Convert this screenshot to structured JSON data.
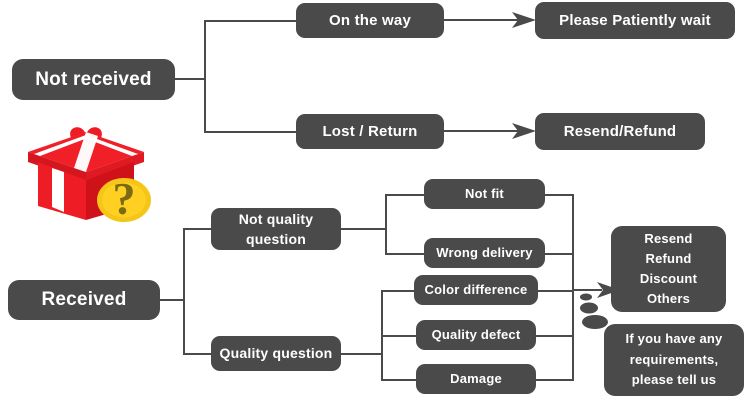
{
  "diagram": {
    "title": "Order issue resolution flowchart",
    "colors": {
      "node_fill": "#4a4a4a",
      "node_text": "#ffffff",
      "connector": "#4a4a4a",
      "background": "#ffffff",
      "gift_red": "#ee1c25",
      "gift_ribbon": "#ffffff",
      "badge_yellow": "#f5c518",
      "badge_mark": "#7a6a14"
    },
    "icon": {
      "gift_name": "gift-box-question-icon",
      "question_mark": "?"
    },
    "nodes": {
      "not_received": "Not received",
      "on_the_way": "On the way",
      "please_wait": "Please Patiently wait",
      "lost_return": "Lost / Return",
      "resend_refund": "Resend/Refund",
      "received": "Received",
      "not_quality_question_line1": "Not quality",
      "not_quality_question_line2": "question",
      "quality_question": "Quality question",
      "not_fit": "Not fit",
      "wrong_delivery": "Wrong delivery",
      "color_difference": "Color difference",
      "quality_defect": "Quality defect",
      "damage": "Damage",
      "options": [
        "Resend",
        "Refund",
        "Discount",
        "Others"
      ],
      "note_line1": "If you have any",
      "note_line2": "requirements,",
      "note_line3": "please tell us"
    }
  }
}
